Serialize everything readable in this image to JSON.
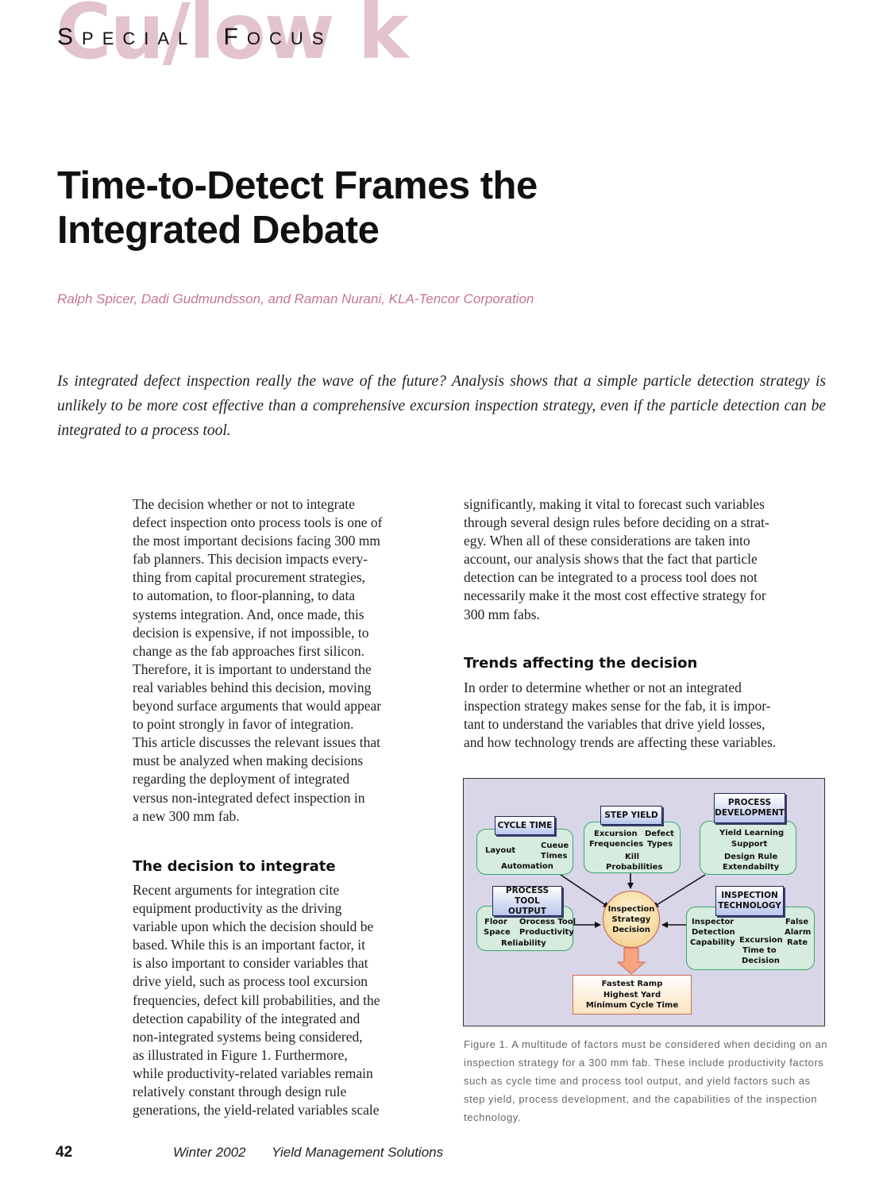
{
  "header": {
    "watermark": "Cu/low k",
    "section_label": {
      "s": "S",
      "pecial": "PECIAL",
      "f": "F",
      "ocus": "OCUS"
    }
  },
  "article": {
    "title_line1": "Time-to-Detect Frames the",
    "title_line2": "Integrated Debate",
    "authors": "Ralph Spicer, Dadi Gudmundsson, and Raman Nurani, KLA-Tencor Corporation",
    "abstract": "Is integrated defect inspection really the wave of the future? Analysis shows that a simple particle detection strategy is unlikely to be more cost effective than a comprehensive excursion inspection strategy, even if the particle detection can be integrated to a process tool.",
    "col1_para1_lines": [
      "The decision whether or not to integrate",
      "defect inspection onto process tools is one of",
      "the most important decisions facing 300 mm",
      "fab planners. This decision impacts every-",
      "thing from capital procurement strategies,",
      "to automation, to floor-planning, to data",
      "systems integration. And, once made, this",
      "decision is expensive, if not impossible, to",
      "change as the fab approaches first silicon.",
      "Therefore, it is important to understand the",
      "real variables behind this decision, moving",
      "beyond surface arguments that would appear",
      "to point strongly in favor of integration.",
      "This article discusses the relevant issues that",
      "must be analyzed when making decisions",
      "regarding the deployment of integrated",
      "versus non-integrated defect inspection in",
      "a new 300 mm fab."
    ],
    "heading1": "The decision to integrate",
    "col1_para2_lines": [
      "Recent arguments for integration cite",
      "equipment productivity as the driving",
      "variable upon which the decision should be",
      "based. While this is an important factor, it",
      "is also important to consider variables that",
      "drive yield, such as process tool excursion",
      "frequencies, defect kill probabilities, and the",
      "detection capability of the integrated and",
      "non-integrated systems being considered,",
      "as illustrated in Figure 1. Furthermore,",
      "while productivity-related variables remain",
      "relatively constant through design rule",
      "generations, the yield-related variables scale"
    ],
    "col2_para1_lines": [
      "significantly, making it vital to forecast such variables",
      "through several design rules before deciding on a strat-",
      "egy. When all of these considerations are taken into",
      "account, our analysis shows that the fact that particle",
      "detection can be integrated to a process tool does not",
      "necessarily make it the most cost effective strategy for",
      "300 mm fabs."
    ],
    "heading2": "Trends affecting the decision",
    "col2_para2_lines": [
      "In order to determine whether or not an integrated",
      "inspection strategy makes sense for the fab, it is impor-",
      "tant to understand the variables that drive yield losses,",
      "and how technology trends are affecting these variables."
    ]
  },
  "figure": {
    "cycle_time": {
      "title": "CYCLE TIME",
      "layout": "Layout",
      "cueue": "Cueue",
      "times": "Times",
      "automation": "Automation"
    },
    "step_yield": {
      "title": "STEP YIELD",
      "excursion": "Excursion",
      "frequencies": "Frequencies",
      "defect": "Defect",
      "types": "Types",
      "kill": "Kill",
      "probabilities": "Probabilities"
    },
    "process_development": {
      "title_line1": "PROCESS",
      "title_line2": "DEVELOPMENT",
      "yield_learning": "Yield Learning",
      "support": "Support",
      "design_rule": "Design Rule",
      "extendabilty": "Extendabilty"
    },
    "process_tool_output": {
      "title_line1": "PROCESS TOOL",
      "title_line2": "OUTPUT",
      "floor": "Floor",
      "space": "Space",
      "orocess_tool": "Orocess Tool",
      "productivity": "Productivity",
      "reliability": "Reliability"
    },
    "inspection_technology": {
      "title_line1": "INSPECTION",
      "title_line2": "TECHNOLOGY",
      "inspector": "Inspector",
      "detection": "Detection",
      "capability": "Capability",
      "false": "False",
      "alarm": "Alarm",
      "rate": "Rate",
      "excursion": "Excursion",
      "time_to": "Time to",
      "decision": "Decision"
    },
    "center": {
      "line1": "Inspection",
      "line2": "Strategy",
      "line3": "Decision"
    },
    "outcome": {
      "line1": "Fastest Ramp",
      "line2": "Highest Yard",
      "line3": "Minimum Cycle Time"
    },
    "colors": {
      "background": "#d8d6e7",
      "box_fill": "#d6ecdf",
      "box_border": "#3ca571",
      "arrow": "#111111",
      "center_border": "#c35b5b",
      "output_border": "#d46a55"
    }
  },
  "caption": "Figure 1.  A multitude of factors must be considered when deciding on an inspection strategy for a 300 mm fab. These include productivity factors such as cycle time and process tool output, and yield factors such as step yield, process development, and the capabilities of the inspection technology.",
  "footer": {
    "page_number": "42",
    "issue": "Winter 2002",
    "publication": "Yield Management Solutions"
  },
  "accent_color": "#c47792"
}
